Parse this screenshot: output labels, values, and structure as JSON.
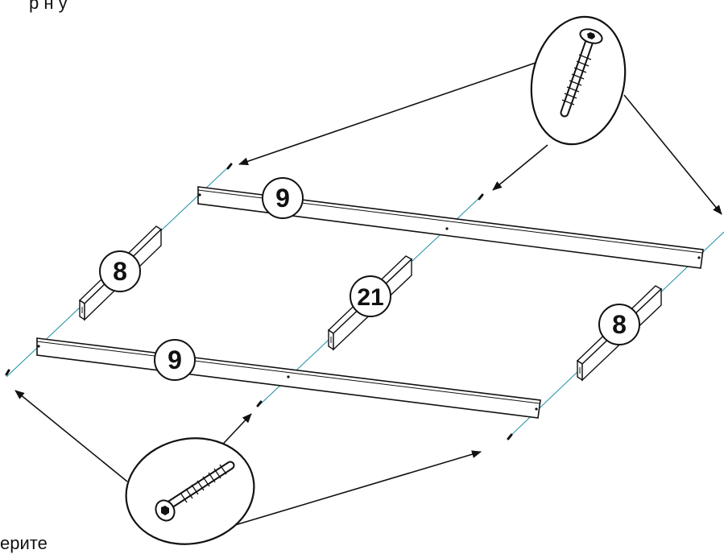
{
  "caption_fragments": {
    "top": "р      н     у",
    "bottom": "ерите"
  },
  "part_labels": {
    "top_rail": "9",
    "bottom_rail": "9",
    "left_block": "8",
    "middle_block": "21",
    "right_block": "8"
  },
  "icons": {
    "top_detail": "screw-icon",
    "bottom_detail": "screw-icon"
  },
  "colors": {
    "line": "#111111",
    "guide": "#1b8fa0",
    "fill": "#ffffff"
  }
}
